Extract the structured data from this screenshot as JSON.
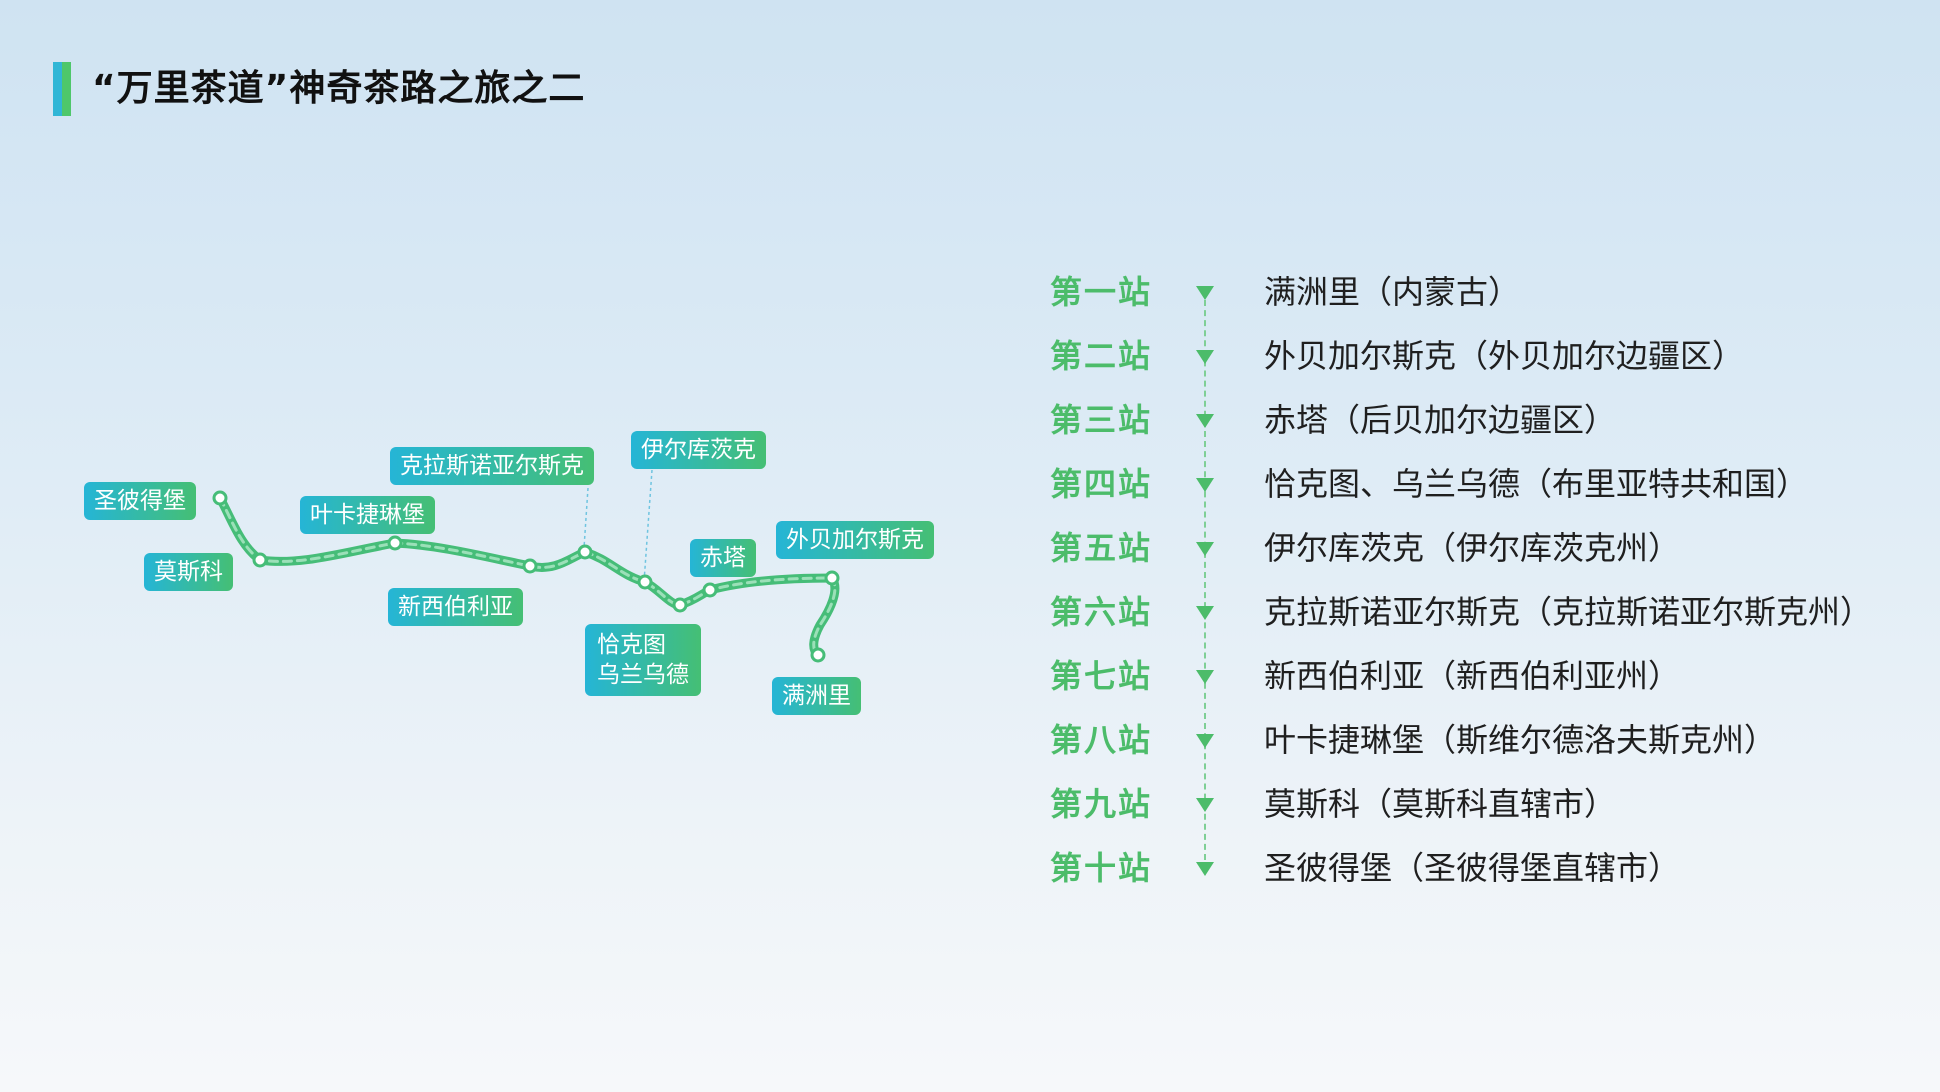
{
  "title": "“万里茶道”神奇茶路之旅之二",
  "map": {
    "labels": {
      "st_petersburg": "圣彼得堡",
      "moscow": "莫斯科",
      "yekaterinburg": "叶卡捷琳堡",
      "novosibirsk": "新西伯利亚",
      "krasnoyarsk": "克拉斯诺亚尔斯克",
      "irkutsk": "伊尔库茨克",
      "kyakhta_ulanude": "恰克图\n乌兰乌德",
      "chita": "赤塔",
      "zabaykalsk": "外贝加尔斯克",
      "manzhouli": "满洲里"
    },
    "colors": {
      "route": "#46bd78",
      "route_light": "#9be0b8",
      "node": "#ffffff",
      "dash": "#6fc4e0"
    }
  },
  "stations": [
    {
      "num": "第一站",
      "name": "满洲里（内蒙古）"
    },
    {
      "num": "第二站",
      "name": "外贝加尔斯克（外贝加尔边疆区）"
    },
    {
      "num": "第三站",
      "name": "赤塔（后贝加尔边疆区）"
    },
    {
      "num": "第四站",
      "name": "恰克图、乌兰乌德（布里亚特共和国）"
    },
    {
      "num": "第五站",
      "name": "伊尔库茨克（伊尔库茨克州）"
    },
    {
      "num": "第六站",
      "name": "克拉斯诺亚尔斯克（克拉斯诺亚尔斯克州）"
    },
    {
      "num": "第七站",
      "name": "新西伯利亚（新西伯利亚州）"
    },
    {
      "num": "第八站",
      "name": "叶卡捷琳堡（斯维尔德洛夫斯克州）"
    },
    {
      "num": "第九站",
      "name": "莫斯科（莫斯科直辖市）"
    },
    {
      "num": "第十站",
      "name": "圣彼得堡（圣彼得堡直辖市）"
    }
  ],
  "colors": {
    "accent_green": "#4cbc6a",
    "accent_blue": "#30b6d6"
  }
}
